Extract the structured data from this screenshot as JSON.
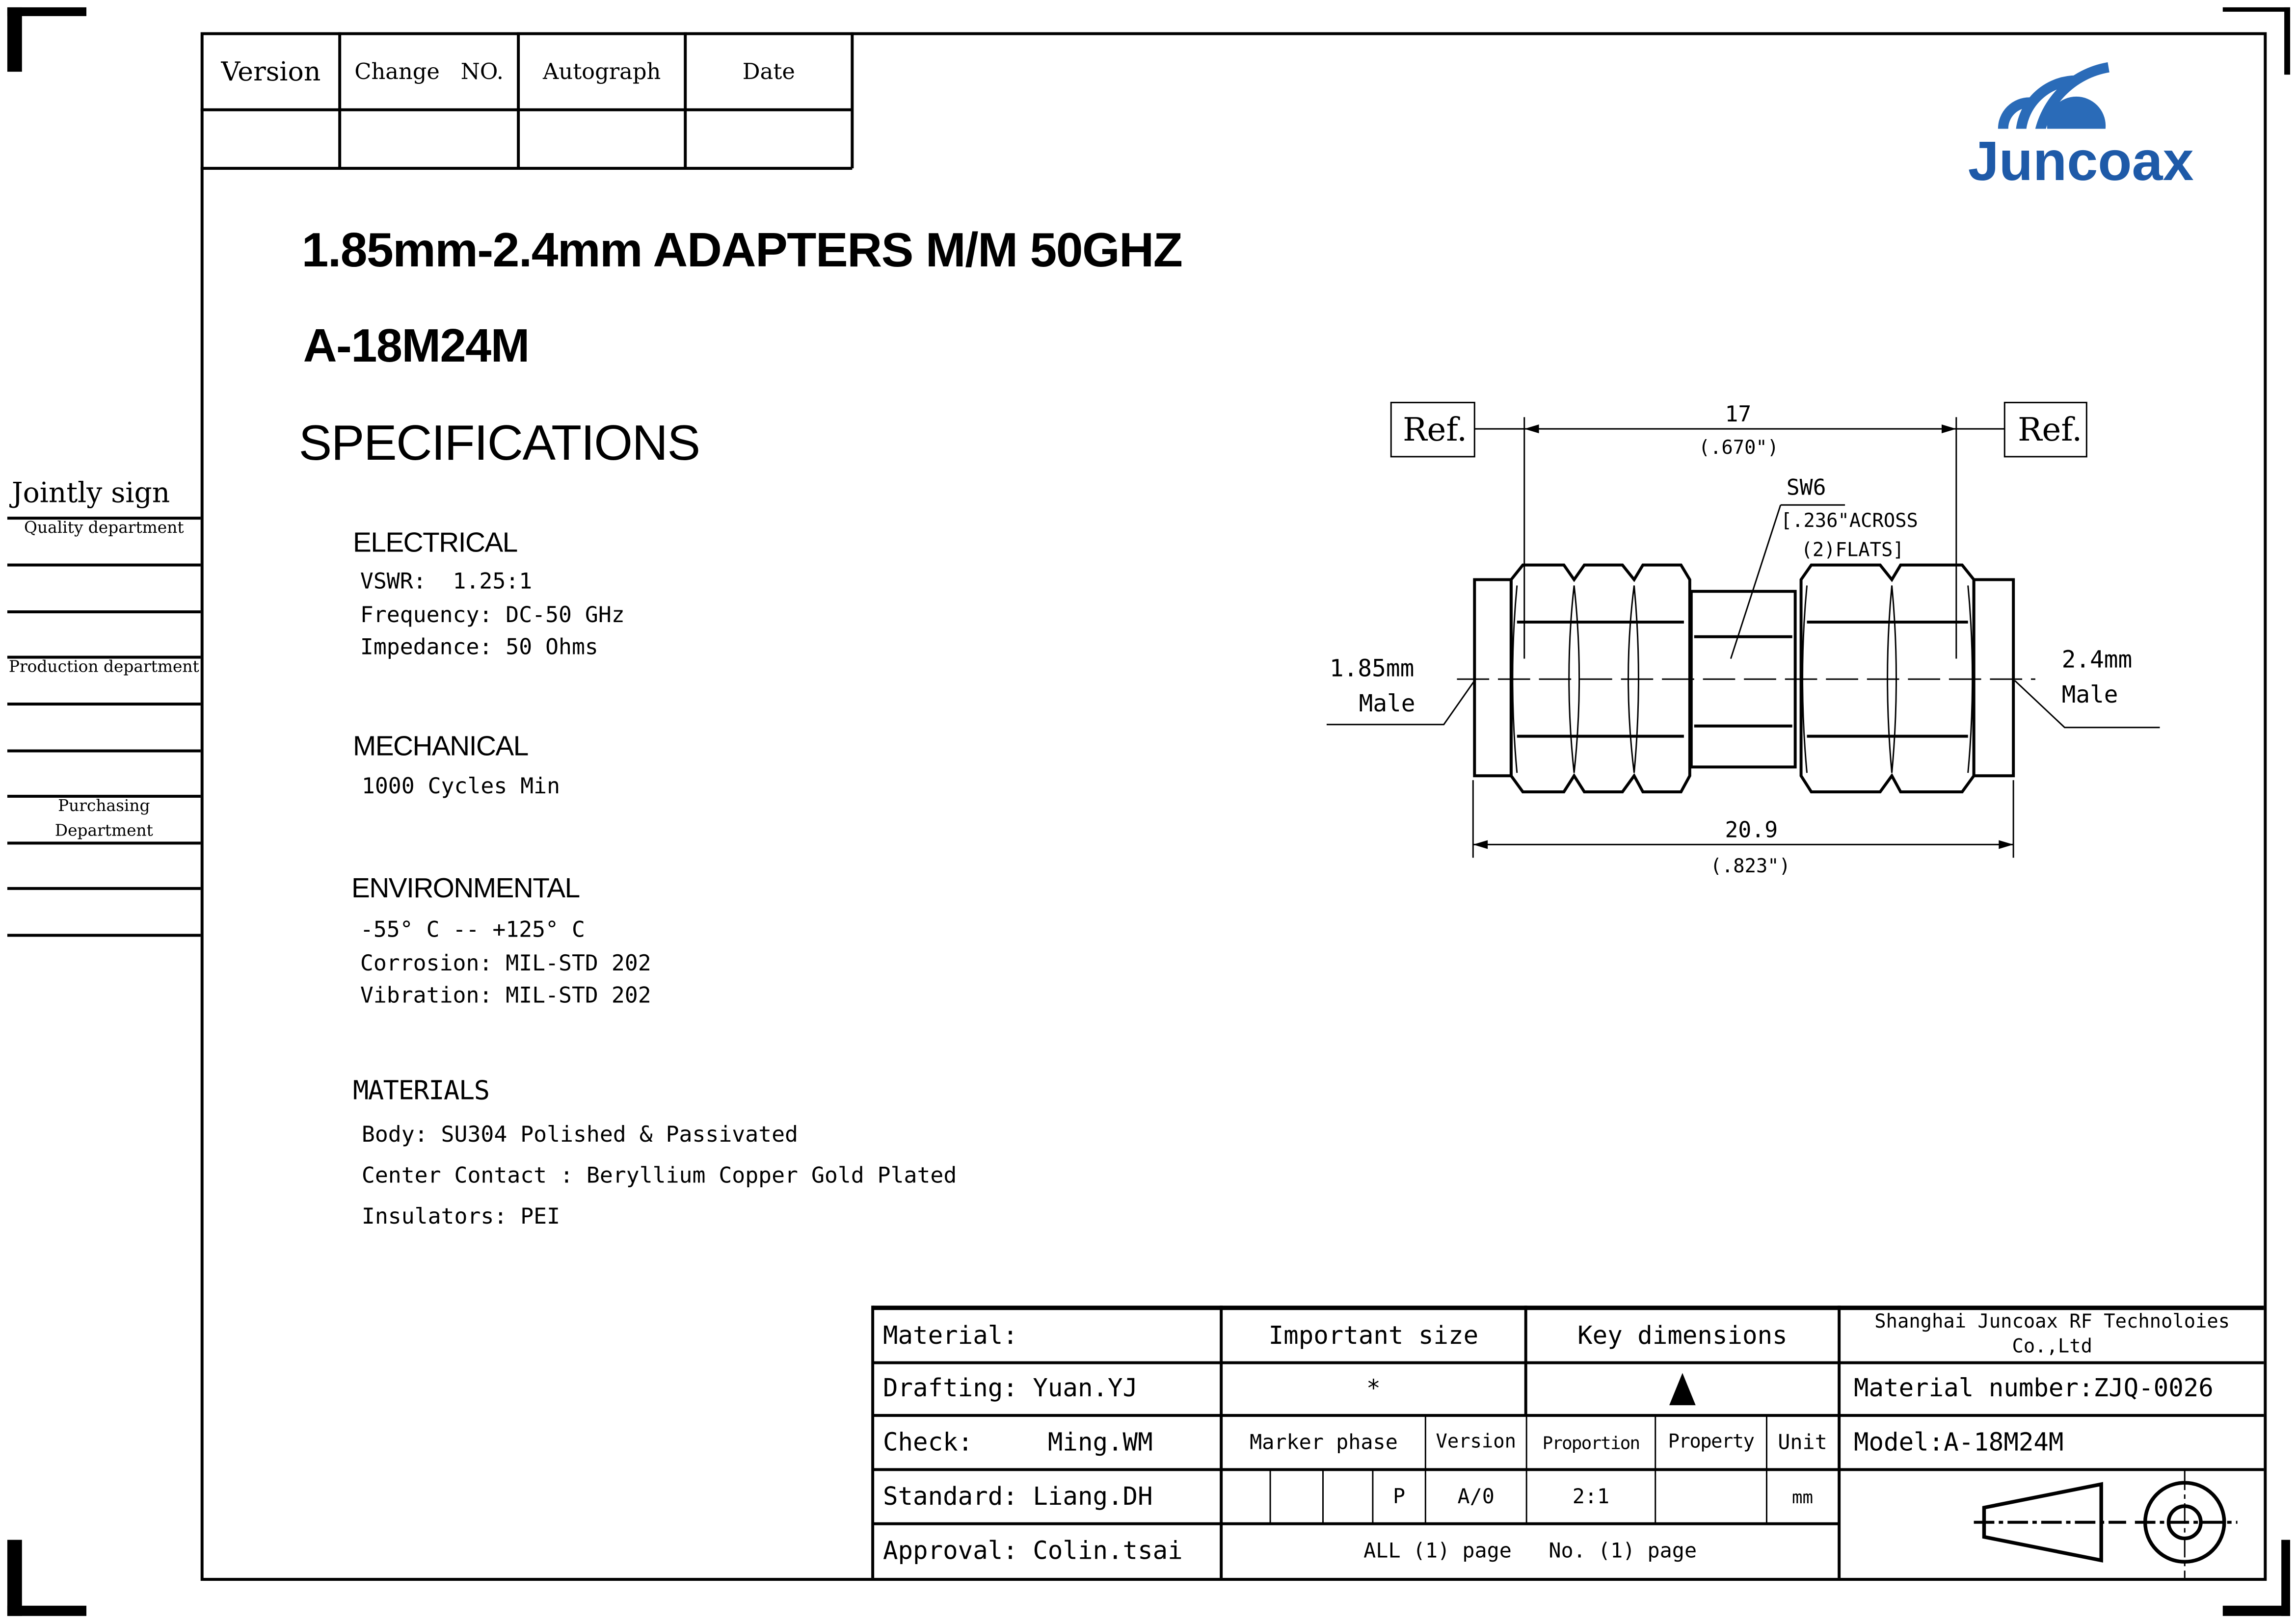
{
  "revision_table": {
    "headers": [
      "Version",
      "Change   NO.",
      "Autograph",
      "Date"
    ]
  },
  "logo": {
    "text": "Juncoax",
    "color": "#1e5aa8"
  },
  "header": {
    "title": "1.85mm-2.4mm ADAPTERS  M/M 50GHZ",
    "part_number": "A-18M24M",
    "specifications": "SPECIFICATIONS"
  },
  "sidebar": {
    "jointly_sign": "Jointly sign",
    "departments": [
      "Quality department",
      "Production department",
      "Purchasing Department"
    ]
  },
  "specs": {
    "electrical": {
      "heading": "ELECTRICAL",
      "lines": [
        "VSWR:  1.25:1",
        "Frequency: DC-50 GHz",
        "Impedance: 50 Ohms"
      ]
    },
    "mechanical": {
      "heading": "MECHANICAL",
      "lines": [
        "1000 Cycles Min"
      ]
    },
    "environmental": {
      "heading": "ENVIRONMENTAL",
      "lines": [
        "-55° C -- +125° C",
        "Corrosion: MIL-STD 202",
        "Vibration: MIL-STD 202"
      ]
    },
    "materials": {
      "heading": "MATERIALS",
      "lines": [
        "Body: SU304 Polished & Passivated",
        "Center Contact : Beryllium Copper Gold Plated",
        "Insulators: PEI"
      ]
    }
  },
  "drawing": {
    "ref_left": "Ref.",
    "ref_right": "Ref.",
    "dim_top": "17",
    "dim_top_in": "(.670\")",
    "sw_label": "SW6",
    "sw_detail_1": "[.236\"ACROSS",
    "sw_detail_2": "(2)FLATS]",
    "left_end_1": "1.85mm",
    "left_end_2": "Male",
    "right_end_1": "2.4mm",
    "right_end_2": "Male",
    "dim_bottom": "20.9",
    "dim_bottom_in": "(.823\")"
  },
  "title_block": {
    "material": "Material:",
    "important_size": "Important size",
    "key_dimensions": "Key dimensions",
    "company": "Shanghai Juncoax RF Technoloies Co.,Ltd",
    "drafting": "Drafting: Yuan.YJ",
    "important_symbol": "*",
    "material_number": "Material number:ZJQ-0026",
    "check": "Check:     Ming.WM",
    "marker_phase": "Marker phase",
    "version": "Version",
    "proportion": "Proportion",
    "property": "Property",
    "unit": "Unit",
    "model": "Model:A-18M24M",
    "standard": "Standard: Liang.DH",
    "marker_value": "P",
    "version_value": "A/0",
    "proportion_value": "2:1",
    "unit_value": "mm",
    "approval": "Approval: Colin.tsai",
    "pages": "ALL (1) page   No. (1) page"
  }
}
